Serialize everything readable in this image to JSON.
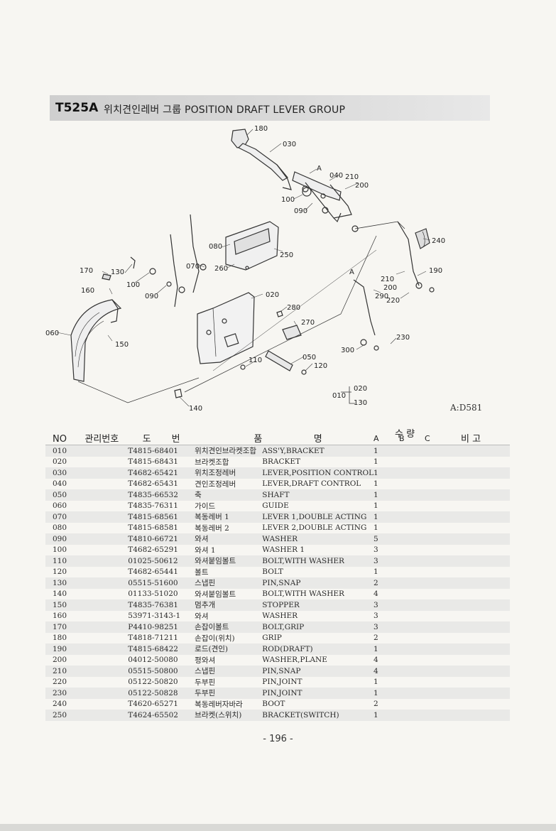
{
  "header": {
    "code": "T525A",
    "title": "위치견인레버 그룹  POSITION DRAFT LEVER GROUP"
  },
  "diagram": {
    "callouts": {
      "c180": "180",
      "c030": "030",
      "cA1": "A",
      "c040": "040",
      "c210a": "210",
      "c200a": "200",
      "c100a": "100",
      "c090a": "090",
      "c240": "240",
      "c080": "080",
      "c250": "250",
      "c170": "170",
      "c130": "130",
      "c070": "070",
      "c260": "260",
      "cA2": "A",
      "c190": "190",
      "c100b": "100",
      "c090b": "090",
      "c210b": "210",
      "c200b": "200",
      "c160": "160",
      "c020": "020",
      "c290": "290",
      "c220": "220",
      "c280": "280",
      "c270": "270",
      "c060": "060",
      "c150": "150",
      "c230": "230",
      "c300": "300",
      "c050": "050",
      "c110": "110",
      "c120": "120",
      "c020b": "020",
      "c010": "010",
      "c130b": "130",
      "c140": "140"
    },
    "ref_code": "A:D581"
  },
  "table": {
    "headers": {
      "no": "NO",
      "mgmt": "관리번호",
      "part_a": "도",
      "part_b": "번",
      "name_a": "품",
      "name_b": "명",
      "qty": "수 량",
      "qa": "A",
      "qb": "B",
      "qc": "C",
      "note": "비 고"
    },
    "rows": [
      {
        "no": "010",
        "part": "T4815-68401",
        "kor": "위치견인브라켓조합",
        "eng": "ASS'Y,BRACKET",
        "qty": "1"
      },
      {
        "no": "020",
        "part": "T4815-68431",
        "kor": "브라켓조합",
        "eng": "BRACKET",
        "qty": "1"
      },
      {
        "no": "030",
        "part": "T4682-65421",
        "kor": "위치조정레버",
        "eng": "LEVER,POSITION CONTROL",
        "qty": "1"
      },
      {
        "no": "040",
        "part": "T4682-65431",
        "kor": "견인조정레버",
        "eng": "LEVER,DRAFT CONTROL",
        "qty": "1"
      },
      {
        "no": "050",
        "part": "T4835-66532",
        "kor": "축",
        "eng": "SHAFT",
        "qty": "1"
      },
      {
        "no": "060",
        "part": "T4835-76311",
        "kor": "가이드",
        "eng": "GUIDE",
        "qty": "1"
      },
      {
        "no": "070",
        "part": "T4815-68561",
        "kor": "복동레버 1",
        "eng": "LEVER 1,DOUBLE ACTING",
        "qty": "1"
      },
      {
        "no": "080",
        "part": "T4815-68581",
        "kor": "복동레버 2",
        "eng": "LEVER 2,DOUBLE ACTING",
        "qty": "1"
      },
      {
        "no": "090",
        "part": "T4810-66721",
        "kor": "와셔",
        "eng": "WASHER",
        "qty": "5"
      },
      {
        "no": "100",
        "part": "T4682-65291",
        "kor": "와셔 1",
        "eng": "WASHER 1",
        "qty": "3"
      },
      {
        "no": "110",
        "part": "01025-50612",
        "kor": "와셔붙임볼트",
        "eng": "BOLT,WITH WASHER",
        "qty": "3"
      },
      {
        "no": "120",
        "part": "T4682-65441",
        "kor": "볼트",
        "eng": "BOLT",
        "qty": "1"
      },
      {
        "no": "130",
        "part": "05515-51600",
        "kor": "스냅핀",
        "eng": "PIN,SNAP",
        "qty": "2"
      },
      {
        "no": "140",
        "part": "01133-51020",
        "kor": "와셔붙임볼트",
        "eng": "BOLT,WITH WASHER",
        "qty": "4"
      },
      {
        "no": "150",
        "part": "T4835-76381",
        "kor": "멈추개",
        "eng": "STOPPER",
        "qty": "3"
      },
      {
        "no": "160",
        "part": "53971-3143-1",
        "kor": "와셔",
        "eng": "WASHER",
        "qty": "3"
      },
      {
        "no": "170",
        "part": "P4410-98251",
        "kor": "손잡이볼트",
        "eng": "BOLT,GRIP",
        "qty": "3"
      },
      {
        "no": "180",
        "part": "T4818-71211",
        "kor": "손잡이(위치)",
        "eng": "GRIP",
        "qty": "2"
      },
      {
        "no": "190",
        "part": "T4815-68422",
        "kor": "로드(견인)",
        "eng": "ROD(DRAFT)",
        "qty": "1"
      },
      {
        "no": "200",
        "part": "04012-50080",
        "kor": "평와셔",
        "eng": "WASHER,PLANE",
        "qty": "4"
      },
      {
        "no": "210",
        "part": "05515-50800",
        "kor": "스냅핀",
        "eng": "PIN,SNAP",
        "qty": "4"
      },
      {
        "no": "220",
        "part": "05122-50820",
        "kor": "두부핀",
        "eng": "PIN,JOINT",
        "qty": "1"
      },
      {
        "no": "230",
        "part": "05122-50828",
        "kor": "두부핀",
        "eng": "PIN,JOINT",
        "qty": "1"
      },
      {
        "no": "240",
        "part": "T4620-65271",
        "kor": "복동레버자바라",
        "eng": "BOOT",
        "qty": "2"
      },
      {
        "no": "250",
        "part": "T4624-65502",
        "kor": "브라켓(스위치)",
        "eng": "BRACKET(SWITCH)",
        "qty": "1"
      }
    ]
  },
  "footer": {
    "page_number": "- 196 -"
  }
}
